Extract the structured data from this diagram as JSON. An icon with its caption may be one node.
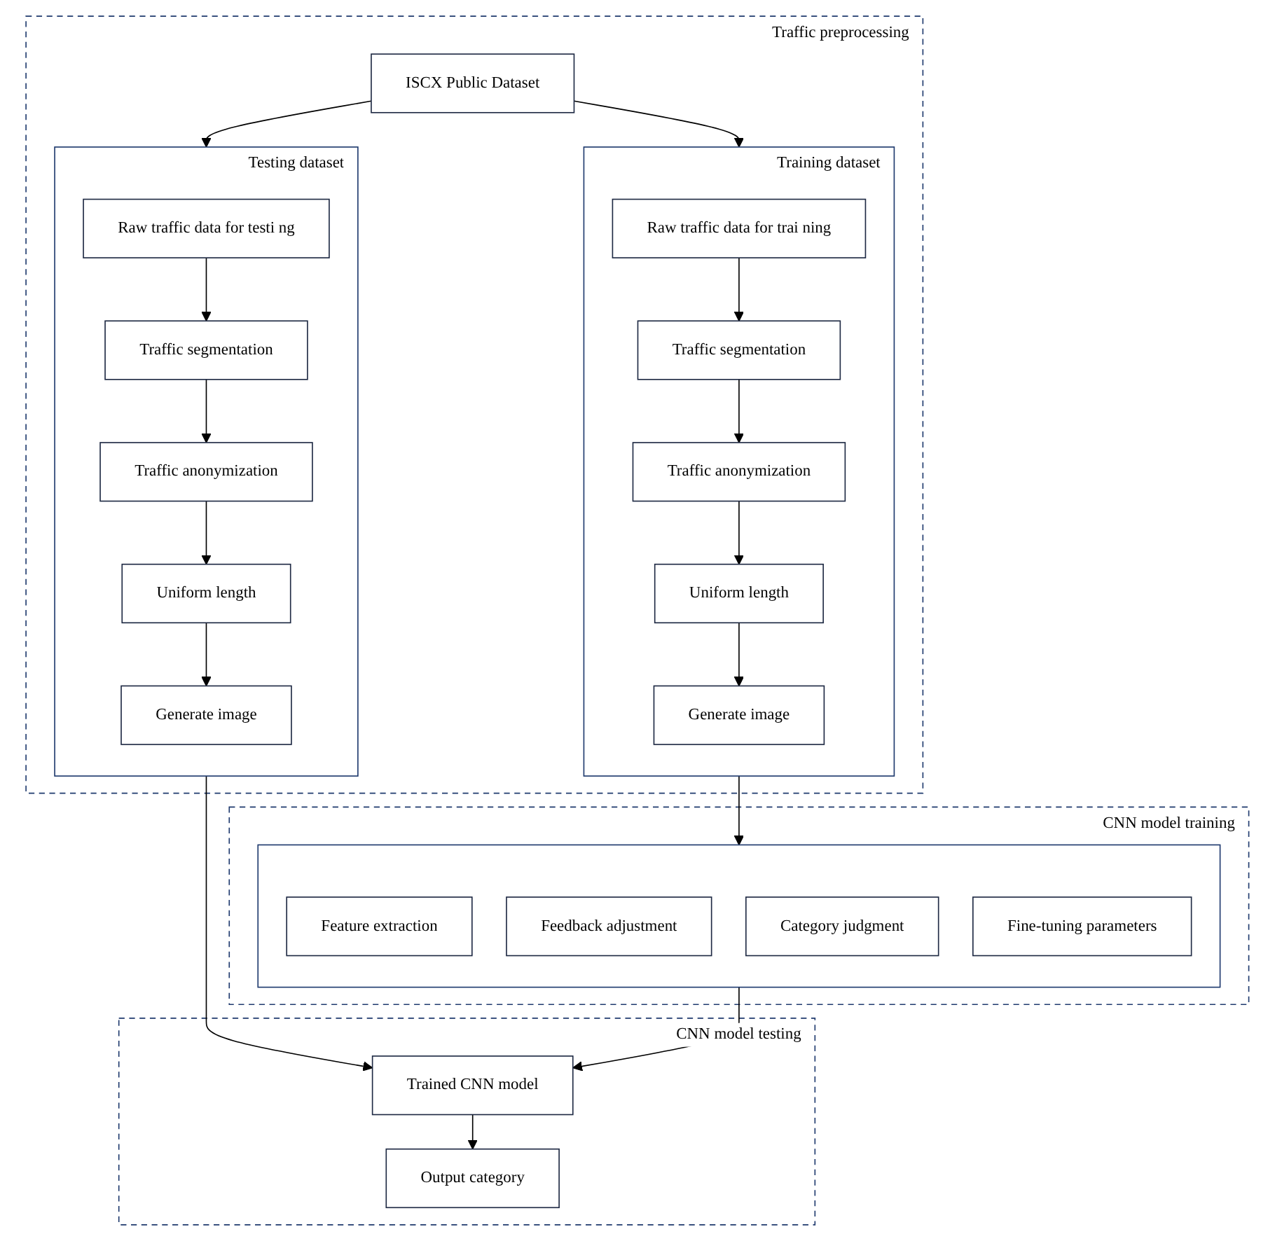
{
  "diagram": {
    "nodes": [
      {
        "text": [
          "Traffic preprocessing"
        ]
      },
      {
        "text": [
          "ISCX Public Dataset"
        ],
        "in": 0
      },
      {
        "text": [
          "Training dataset"
        ],
        "in": 0
      },
      {
        "text": [
          "Raw traffic data for trai ning"
        ],
        "in": 2
      },
      {
        "text": [
          "Traffic segmentation"
        ],
        "in": 2
      },
      {
        "text": [
          "Traffic anonymization"
        ],
        "in": 2
      },
      {
        "text": [
          "Uniform length"
        ],
        "in": 2
      },
      {
        "text": [
          "Generate image"
        ],
        "in": 2
      },
      {
        "text": [
          "Testing dataset"
        ],
        "in": 0
      },
      {
        "text": [
          "Raw traffic data for testi ng"
        ],
        "in": 8
      },
      {
        "text": [
          "Traffic segmentation"
        ],
        "in": 8
      },
      {
        "text": [
          "Traffic anonymization"
        ],
        "in": 8
      },
      {
        "text": [
          "Uniform length"
        ],
        "in": 8
      },
      {
        "text": [
          "Generate image"
        ],
        "in": 8
      },
      {
        "text": [
          "CNN model training"
        ]
      },
      {
        "text": [],
        "shape": "box",
        "in": 14
      },
      {
        "text": [
          "Feature extraction"
        ],
        "in": 15
      },
      {
        "text": [
          "Feedback adjustment"
        ],
        "in": 15
      },
      {
        "text": [
          "Category judgment"
        ],
        "in": 15
      },
      {
        "text": [
          "Fine-tuning parameters"
        ],
        "in": 15
      },
      {
        "text": [
          "CNN model testing"
        ]
      },
      {
        "text": [
          "Trained CNN model"
        ],
        "in": 20
      },
      {
        "text": [
          "Output category"
        ],
        "in": 20
      }
    ],
    "edges": [
      {
        "from": 1,
        "to": 2,
        "arrow": "to"
      },
      {
        "from": 1,
        "to": 8,
        "arrow": "to"
      },
      {
        "from": 3,
        "to": 4,
        "arrow": "to"
      },
      {
        "from": 4,
        "to": 5,
        "arrow": "to"
      },
      {
        "from": 5,
        "to": 6,
        "arrow": "to"
      },
      {
        "from": 6,
        "to": 7,
        "arrow": "to"
      },
      {
        "from": 9,
        "to": 10,
        "arrow": "to"
      },
      {
        "from": 10,
        "to": 11,
        "arrow": "to"
      },
      {
        "from": 11,
        "to": 12,
        "arrow": "to"
      },
      {
        "from": 12,
        "to": 13,
        "arrow": "to"
      },
      {
        "from": 2,
        "to": 15,
        "arrow": "to"
      },
      {
        "from": 8,
        "to": 21,
        "arrow": "to"
      },
      {
        "from": 15,
        "to": 21,
        "arrow": "to"
      },
      {
        "from": 21,
        "to": 22,
        "arrow": "to"
      }
    ]
  }
}
